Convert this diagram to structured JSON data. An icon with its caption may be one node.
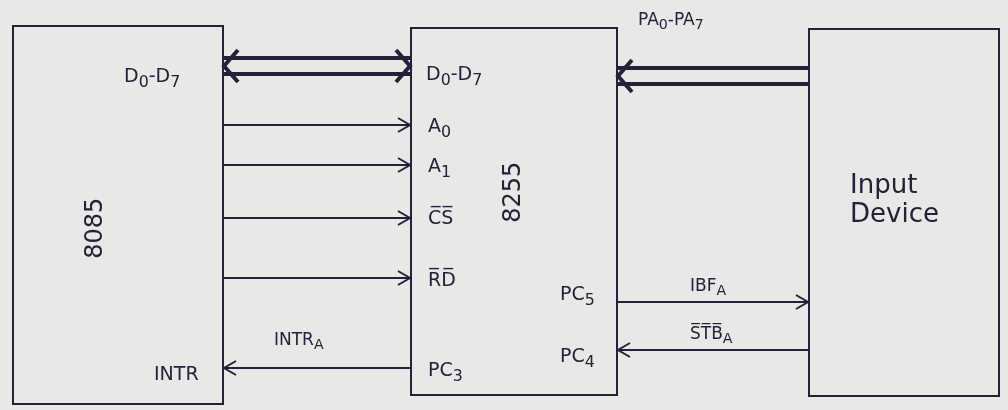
{
  "diagram": {
    "nodes": [
      {
        "text": [
          "D$_{0}$-D$_{7}$",
          "8085",
          "INTR"
        ]
      },
      {
        "text": [
          "D$_{0}$-D$_{7}$",
          "A$_{0}$",
          "A$_{1}$",
          "C̅S̅",
          "8255",
          "R̅D̅",
          "PC$_{5}$",
          "PC$_{4}$",
          "PC$_{3}$"
        ]
      },
      {
        "text": [
          "Input Device"
        ]
      }
    ],
    "edges": [
      {
        "from": 0,
        "to": 1,
        "arrow": "both",
        "style": "thick"
      },
      {
        "from": 0,
        "to": 1,
        "arrow": "to"
      },
      {
        "from": 0,
        "to": 1,
        "arrow": "to"
      },
      {
        "from": 0,
        "to": 1,
        "arrow": "to"
      },
      {
        "from": 0,
        "to": 1,
        "arrow": "to"
      },
      {
        "from": 1,
        "to": 0,
        "arrow": "to",
        "label": "INTR$_{A}$"
      },
      {
        "from": 2,
        "to": 1,
        "arrow": "to",
        "style": "thick",
        "label": "PA$_{0}$-PA$_{7}$"
      },
      {
        "from": 1,
        "to": 2,
        "arrow": "to",
        "label": "IBF$_{A}$"
      },
      {
        "from": 2,
        "to": 1,
        "arrow": "to",
        "label": "S̅T̅B̅$_{A}$"
      }
    ]
  }
}
